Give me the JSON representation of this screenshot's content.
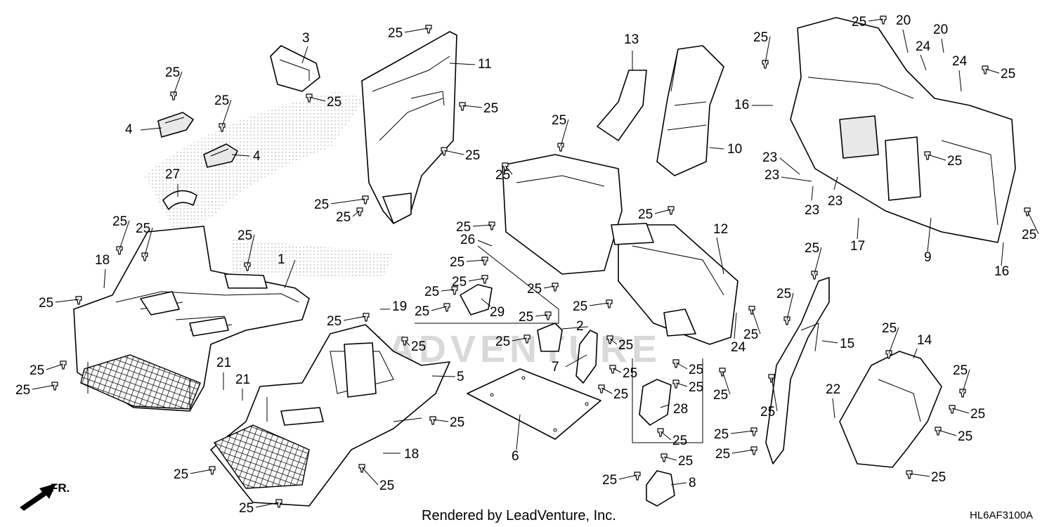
{
  "diagram": {
    "footer_text": "Rendered by LeadVenture, Inc.",
    "diagram_code": "HL6AF3100A",
    "front_indicator": "FR.",
    "watermark_text": "LEADVENTURE",
    "accent_color": "#000000",
    "callouts": [
      {
        "id": "c1",
        "text": "1"
      },
      {
        "id": "c2",
        "text": "2"
      },
      {
        "id": "c3",
        "text": "3"
      },
      {
        "id": "c4a",
        "text": "4"
      },
      {
        "id": "c4b",
        "text": "4"
      },
      {
        "id": "c5",
        "text": "5"
      },
      {
        "id": "c6",
        "text": "6"
      },
      {
        "id": "c7",
        "text": "7"
      },
      {
        "id": "c8",
        "text": "8"
      },
      {
        "id": "c9",
        "text": "9"
      },
      {
        "id": "c10",
        "text": "10"
      },
      {
        "id": "c11",
        "text": "11"
      },
      {
        "id": "c12",
        "text": "12"
      },
      {
        "id": "c13",
        "text": "13"
      },
      {
        "id": "c14",
        "text": "14"
      },
      {
        "id": "c15",
        "text": "15"
      },
      {
        "id": "c16a",
        "text": "16"
      },
      {
        "id": "c16b",
        "text": "16"
      },
      {
        "id": "c17",
        "text": "17"
      },
      {
        "id": "c18a",
        "text": "18"
      },
      {
        "id": "c18b",
        "text": "18"
      },
      {
        "id": "c19",
        "text": "19"
      },
      {
        "id": "c20a",
        "text": "20"
      },
      {
        "id": "c20b",
        "text": "20"
      },
      {
        "id": "c21a",
        "text": "21"
      },
      {
        "id": "c21b",
        "text": "21"
      },
      {
        "id": "c22",
        "text": "22"
      },
      {
        "id": "c23a",
        "text": "23"
      },
      {
        "id": "c23b",
        "text": "23"
      },
      {
        "id": "c23c",
        "text": "23"
      },
      {
        "id": "c23d",
        "text": "23"
      },
      {
        "id": "c24a",
        "text": "24"
      },
      {
        "id": "c24b",
        "text": "24"
      },
      {
        "id": "c24c",
        "text": "24"
      },
      {
        "id": "c26",
        "text": "26"
      },
      {
        "id": "c27",
        "text": "27"
      },
      {
        "id": "c28",
        "text": "28"
      },
      {
        "id": "c29",
        "text": "29"
      }
    ],
    "fastener_label": "25"
  }
}
